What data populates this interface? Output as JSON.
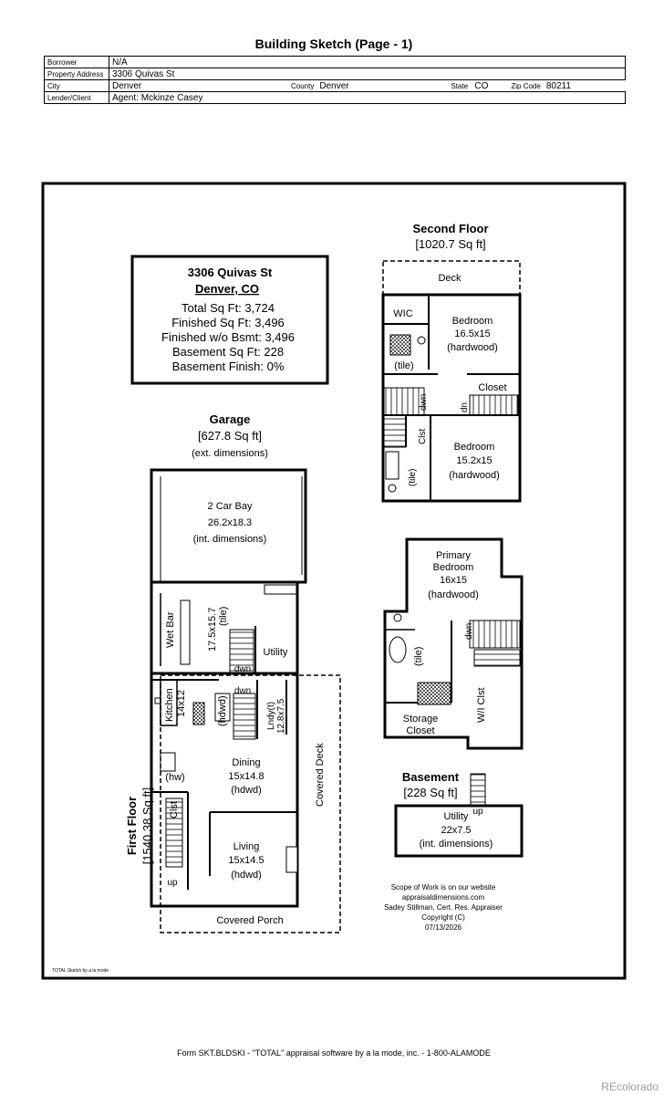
{
  "page_title": "Building Sketch (Page - 1)",
  "header": {
    "borrower_label": "Borrower",
    "borrower": "N/A",
    "address_label": "Property Address",
    "address": "3306 Quivas St",
    "city_label": "City",
    "city": "Denver",
    "county_label": "County",
    "county": "Denver",
    "state_label": "State",
    "state": "CO",
    "zip_label": "Zip Code",
    "zip": "80211",
    "lender_label": "Lender/Client",
    "lender": "Agent: Mckinze Casey"
  },
  "summary": {
    "line1": "3306 Quivas St",
    "line2": "Denver, CO",
    "total": "Total Sq Ft: 3,724",
    "finished": "Finished Sq Ft: 3,496",
    "finished_wo_bsmt": "Finished w/o Bsmt: 3,496",
    "basement": "Basement Sq Ft: 228",
    "basement_finish": "Basement Finish: 0%"
  },
  "second_floor": {
    "title": "Second Floor",
    "area": "[1020.7 Sq ft]",
    "deck": "Deck",
    "wic": "WIC",
    "bed1": "Bedroom",
    "bed1_dim": "16.5x15",
    "bed1_floor": "(hardwood)",
    "tile": "(tile)",
    "closet": "Closet",
    "dwn": "dwn",
    "dn": "dn",
    "clst": "Clst",
    "bed2": "Bedroom",
    "bed2_dim": "15.2x15",
    "bed2_floor": "(hardwood)",
    "tile2": "(tile)"
  },
  "garage": {
    "title": "Garage",
    "area": "[627.8 Sq ft]",
    "note": "(ext. dimensions)",
    "bay": "2 Car Bay",
    "dim": "26.2x18.3",
    "dim_note": "(int. dimensions)"
  },
  "first_floor": {
    "title": "First Floor",
    "area": "[1540.38 Sq ft]",
    "wet_bar": "Wet Bar",
    "family_dim": "17.5x15.7",
    "family_floor": "(tile)",
    "utility": "Utility",
    "dwn1": "dwn",
    "dwn2": "dwn",
    "kitchen": "Kitchen",
    "kitchen_dim": "14x12",
    "hdwd": "(hdwd)",
    "lndy": "Lndy(t)",
    "lndy_dim": "12.8x7.5",
    "dining": "Dining",
    "dining_dim": "15x14.8",
    "dining_floor": "(hdwd)",
    "covered_deck": "Covered Deck",
    "hw": "(hw)",
    "clst": "Clst",
    "living": "Living",
    "living_dim": "15x14.5",
    "living_floor": "(hdwd)",
    "up": "up",
    "covered_porch": "Covered Porch"
  },
  "primary": {
    "name1": "Primary",
    "name2": "Bedroom",
    "dim": "16x15",
    "floor": "(hardwood)",
    "tile": "(tile)",
    "dwn": "dwn",
    "wi_clst": "W/I Clst",
    "storage1": "Storage",
    "storage2": "Closet"
  },
  "basement": {
    "title": "Basement",
    "area": "[228 Sq ft]",
    "up": "up",
    "utility": "Utility",
    "dim": "22x7.5",
    "note": "(int. dimensions)"
  },
  "scope": {
    "l1": "Scope of Work is on our website",
    "l2": "appraisaldimensions.com",
    "l3": "Sadey Stillman, Cert. Res. Appraiser",
    "l4": "Copyright (C)",
    "l5": "07/13/2026"
  },
  "sketch_credit": "TOTAL Sketch by a la mode",
  "footer": "Form SKT.BLDSKI - \"TOTAL\" appraisal software by a la mode, inc. - 1-800-ALAMODE",
  "watermark": "REcolorado"
}
